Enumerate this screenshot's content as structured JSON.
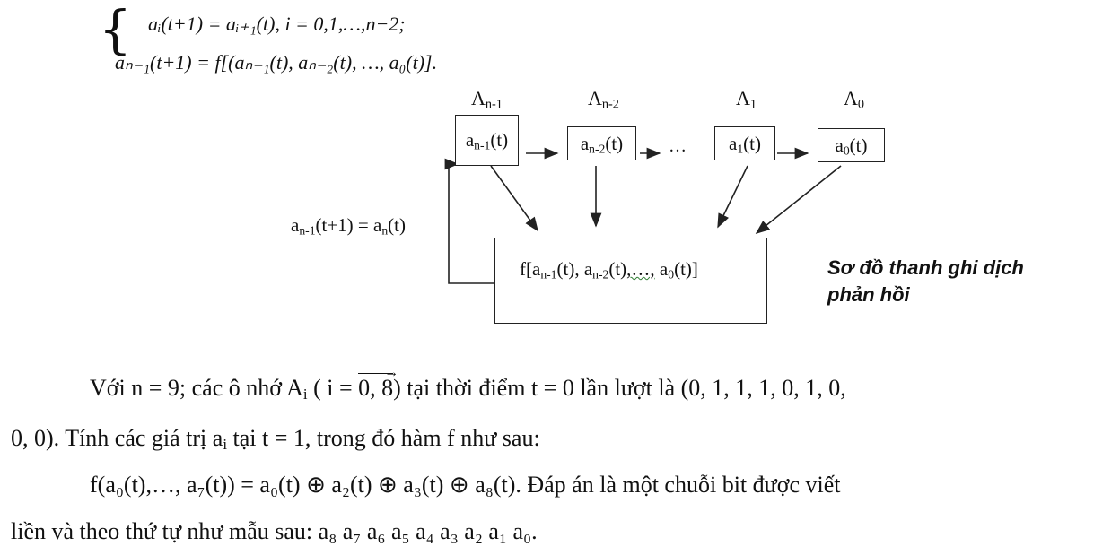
{
  "equations": {
    "line1": "aᵢ(t+1) = aᵢ₊₁(t), i = 0,1,…,n−2;",
    "line2": "aₙ₋₁(t+1) = f[(aₙ₋₁(t), aₙ₋₂(t), …, a₀(t)]."
  },
  "registers": [
    {
      "title_main": "A",
      "title_sub": "n-1",
      "content_main": "a",
      "content_sub": "n-1",
      "content_tail": "(t)"
    },
    {
      "title_main": "A",
      "title_sub": "n-2",
      "content_main": "a",
      "content_sub": "n-2",
      "content_tail": "(t)"
    },
    {
      "title_main": "A",
      "title_sub": "1",
      "content_main": "a",
      "content_sub": "1",
      "content_tail": "(t)"
    },
    {
      "title_main": "A",
      "title_sub": "0",
      "content_main": "a",
      "content_sub": "0",
      "content_tail": "(t)"
    }
  ],
  "ellipsis": "…",
  "feedback_label": {
    "a": "a",
    "sub1": "n-1",
    "mid": "(t+1) = a",
    "sub2": "n",
    "tail": "(t)"
  },
  "function_box": {
    "f": "f[a",
    "s1": "n-1",
    "p1": "(t), a",
    "s2": "n-2",
    "p2": "(t)",
    "dots": ",…,",
    "p3": " a",
    "s3": "0",
    "p4": "(t)]"
  },
  "caption": {
    "line1": "Sơ đồ thanh ghi dịch",
    "line2": "phản hồi"
  },
  "problem": {
    "p1_a": "Với n = 9; các ô nhớ A",
    "p1_sub": "i",
    "p1_b": " ( i = ",
    "p1_vec": "0, 8",
    "p1_c": ") tại thời điểm t = 0 lần lượt là (0, 1, 1, 1, 0, 1, 0,",
    "p2_a": "0, 0). Tính các giá trị a",
    "p2_sub": "i",
    "p2_b": " tại t = 1, trong đó hàm f như sau:",
    "p3": "f(a₀(t),…, a₇(t)) = a₀(t) ⊕ a₂(t) ⊕ a₃(t) ⊕ a₈(t). Đáp án là một chuỗi bit được viết",
    "p4": "liền và theo thứ tự như mẫu sau: a₈ a₇ a₆ a₅ a₄ a₃ a₂ a₁ a₀."
  }
}
